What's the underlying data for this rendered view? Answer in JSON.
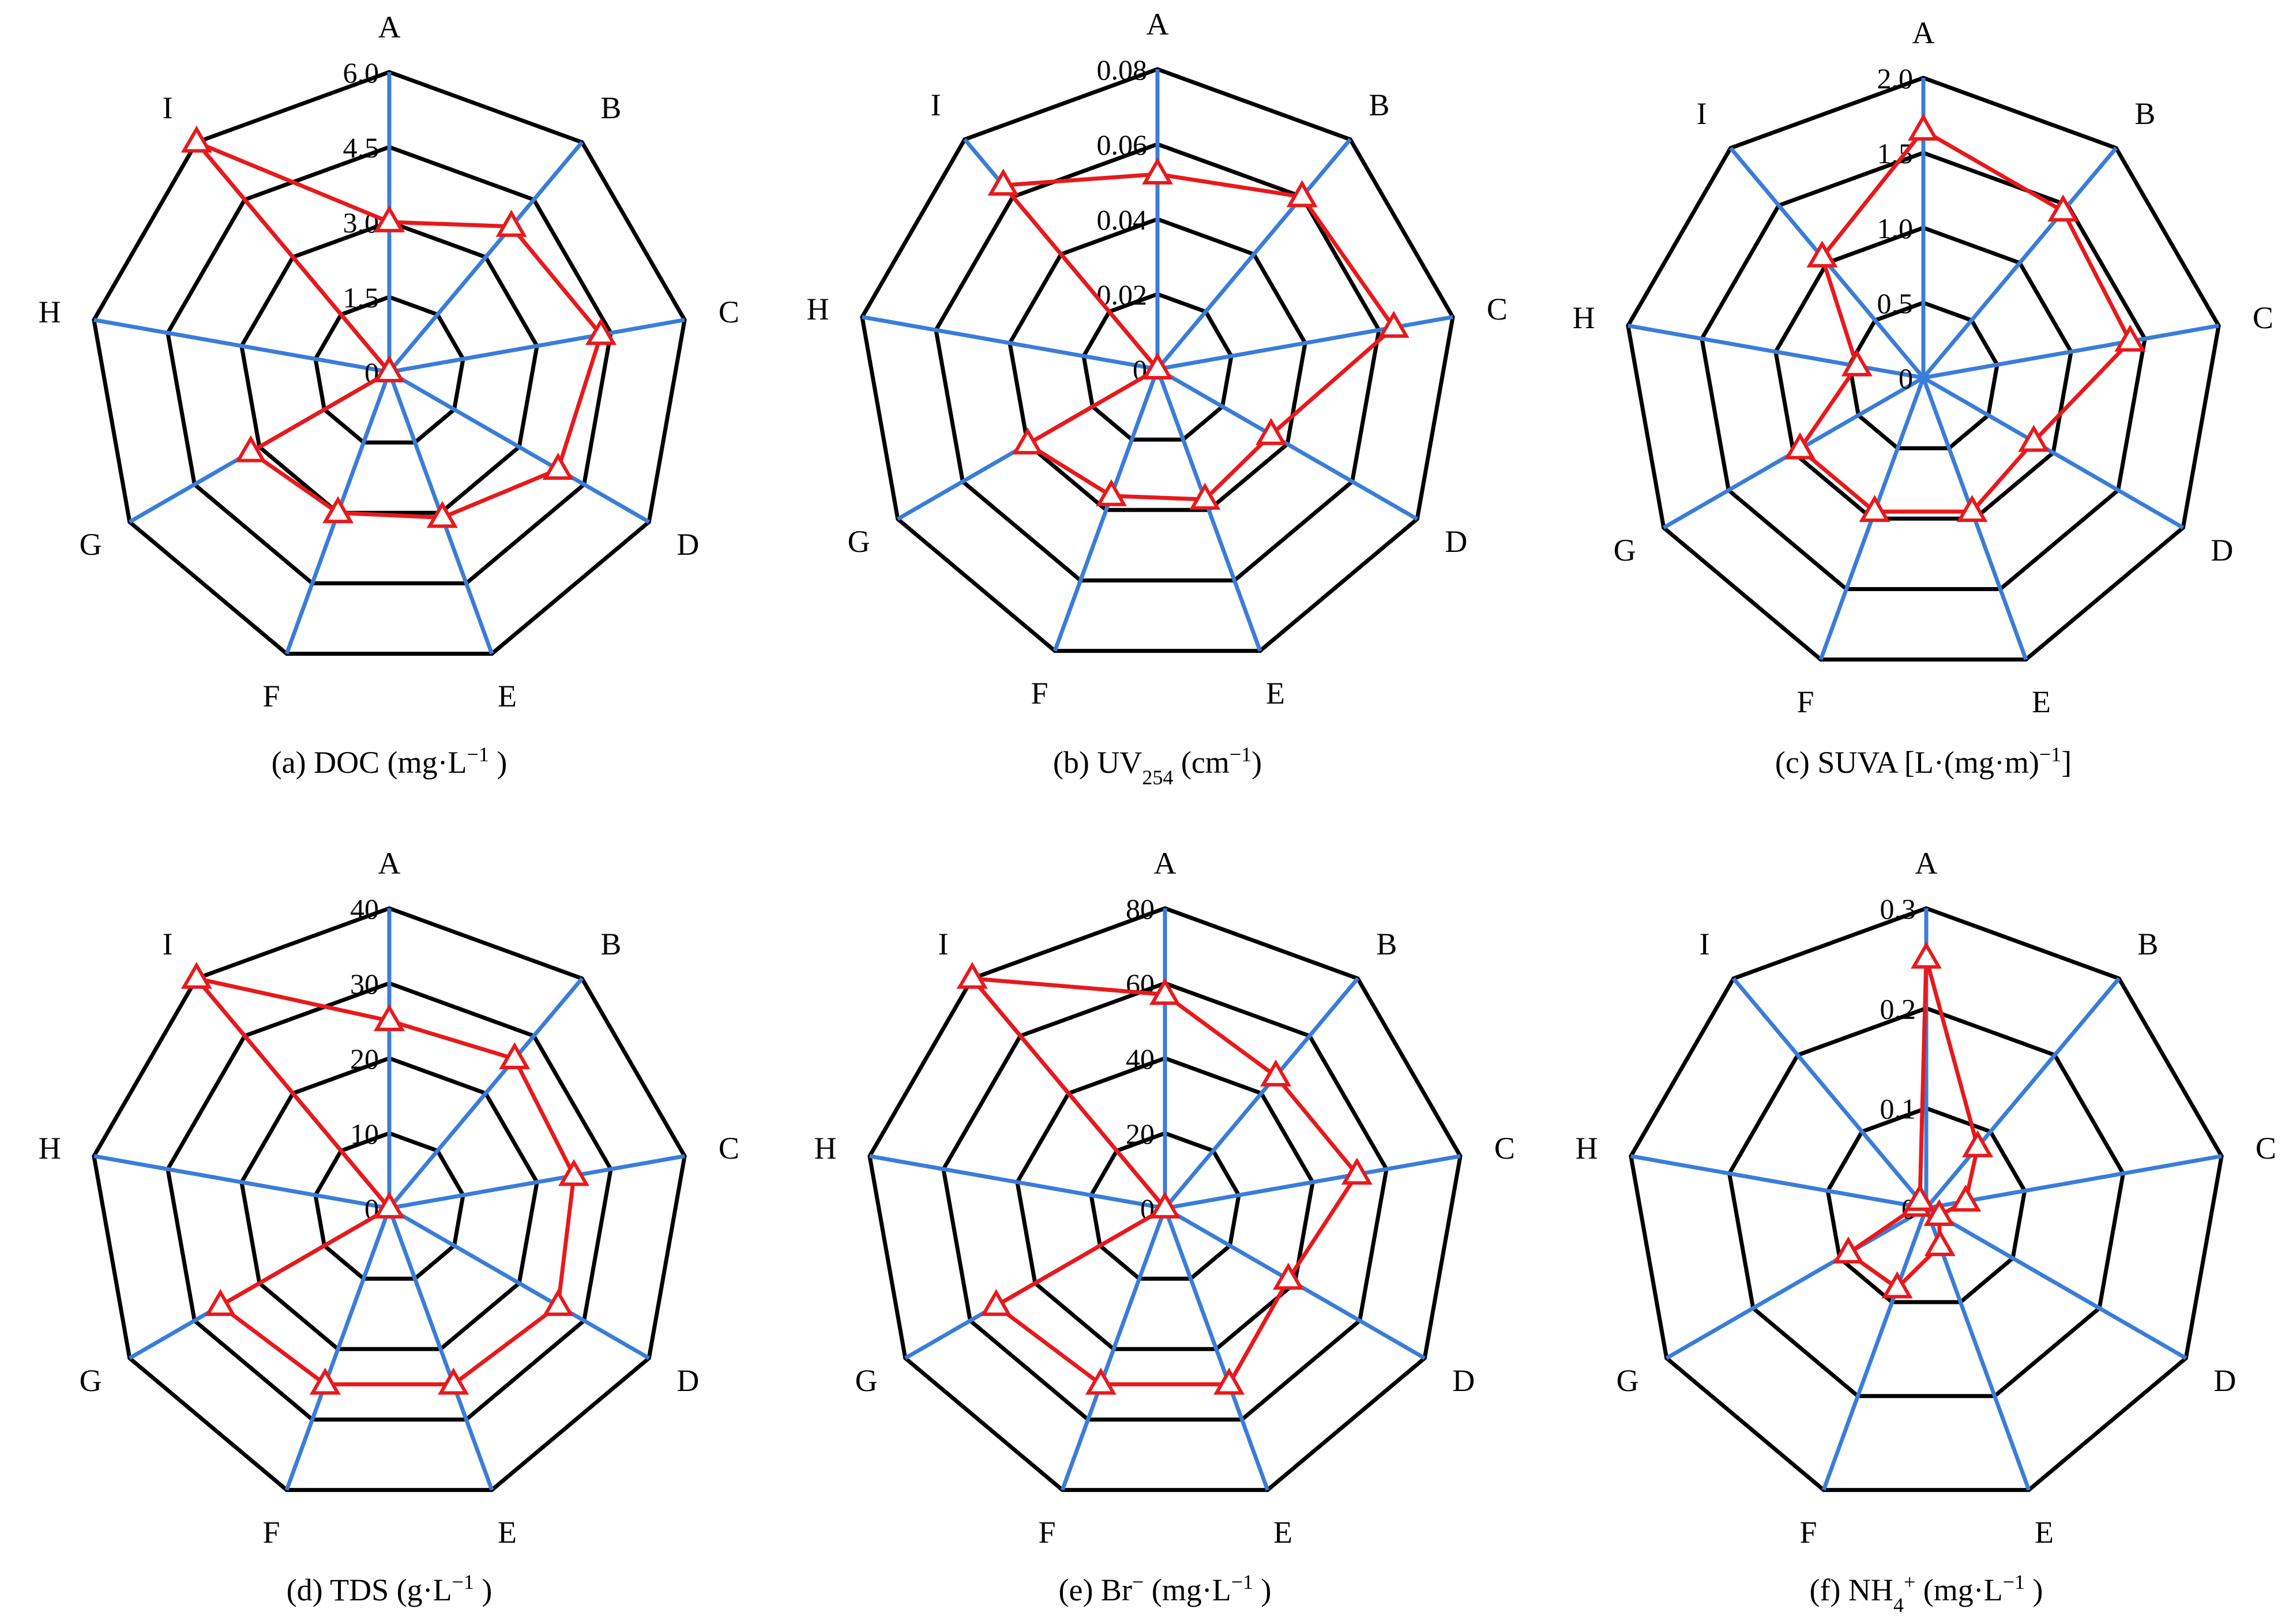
{
  "chart_data": [
    {
      "type": "radar",
      "caption": {
        "parts": [
          {
            "t": "(a) DOC (mg·L"
          },
          {
            "t": "−1",
            "sup": true
          },
          {
            "t": " )"
          }
        ]
      },
      "categories": [
        "A",
        "B",
        "C",
        "D",
        "E",
        "F",
        "G",
        "H",
        "I"
      ],
      "rlim": [
        0,
        6.0
      ],
      "ticks": [
        {
          "v": 0,
          "label": "0"
        },
        {
          "v": 1.5,
          "label": "1.5"
        },
        {
          "v": 3.0,
          "label": "3.0"
        },
        {
          "v": 4.5,
          "label": "4.5"
        },
        {
          "v": 6.0,
          "label": "6.0"
        }
      ],
      "values": [
        3.0,
        3.8,
        4.3,
        3.9,
        3.1,
        3.0,
        3.2,
        0.0,
        6.0
      ]
    },
    {
      "type": "radar",
      "caption": {
        "parts": [
          {
            "t": "(b) UV"
          },
          {
            "t": "254",
            "sub": true
          },
          {
            "t": " (cm"
          },
          {
            "t": "−1",
            "sup": true
          },
          {
            "t": ")"
          }
        ]
      },
      "categories": [
        "A",
        "B",
        "C",
        "D",
        "E",
        "F",
        "G",
        "H",
        "I"
      ],
      "rlim": [
        0,
        0.08
      ],
      "ticks": [
        {
          "v": 0,
          "label": "0"
        },
        {
          "v": 0.02,
          "label": "0.02"
        },
        {
          "v": 0.04,
          "label": "0.04"
        },
        {
          "v": 0.06,
          "label": "0.06"
        },
        {
          "v": 0.08,
          "label": "0.08"
        }
      ],
      "values": [
        0.052,
        0.06,
        0.064,
        0.035,
        0.037,
        0.036,
        0.04,
        0.0,
        0.064
      ]
    },
    {
      "type": "radar",
      "caption": {
        "parts": [
          {
            "t": "(c) SUVA [L·(mg·m)"
          },
          {
            "t": "−1",
            "sup": true
          },
          {
            "t": "]"
          }
        ]
      },
      "categories": [
        "A",
        "B",
        "C",
        "D",
        "E",
        "F",
        "G",
        "H",
        "I"
      ],
      "rlim": [
        0,
        2.0
      ],
      "ticks": [
        {
          "v": 0,
          "label": "0"
        },
        {
          "v": 0.5,
          "label": "0.5"
        },
        {
          "v": 1.0,
          "label": "1.0"
        },
        {
          "v": 1.5,
          "label": "1.5"
        },
        {
          "v": 2.0,
          "label": "2.0"
        }
      ],
      "values": [
        1.65,
        1.45,
        1.4,
        0.85,
        0.95,
        0.95,
        0.95,
        0.45,
        1.05
      ]
    },
    {
      "type": "radar",
      "caption": {
        "parts": [
          {
            "t": "(d)  TDS (g·L"
          },
          {
            "t": "−1",
            "sup": true
          },
          {
            "t": " )"
          }
        ]
      },
      "categories": [
        "A",
        "B",
        "C",
        "D",
        "E",
        "F",
        "G",
        "H",
        "I"
      ],
      "rlim": [
        0,
        40
      ],
      "ticks": [
        {
          "v": 0,
          "label": "0"
        },
        {
          "v": 10,
          "label": "10"
        },
        {
          "v": 20,
          "label": "20"
        },
        {
          "v": 30,
          "label": "30"
        },
        {
          "v": 40,
          "label": "40"
        }
      ],
      "values": [
        25,
        26,
        25,
        26,
        25,
        25,
        26,
        0,
        40
      ]
    },
    {
      "type": "radar",
      "caption": {
        "parts": [
          {
            "t": "(e) Br"
          },
          {
            "t": "−",
            "sup": true
          },
          {
            "t": "  (mg·L"
          },
          {
            "t": "−1",
            "sup": true
          },
          {
            "t": " )"
          }
        ]
      },
      "categories": [
        "A",
        "B",
        "C",
        "D",
        "E",
        "F",
        "G",
        "H",
        "I"
      ],
      "rlim": [
        0,
        80
      ],
      "ticks": [
        {
          "v": 0,
          "label": "0"
        },
        {
          "v": 20,
          "label": "20"
        },
        {
          "v": 40,
          "label": "40"
        },
        {
          "v": 60,
          "label": "60"
        },
        {
          "v": 80,
          "label": "80"
        }
      ],
      "values": [
        57,
        46,
        52,
        38,
        50,
        50,
        52,
        0,
        80
      ]
    },
    {
      "type": "radar",
      "caption": {
        "parts": [
          {
            "t": "(f) NH"
          },
          {
            "t": "4",
            "sub": true
          },
          {
            "t": "+",
            "sup": true
          },
          {
            "t": " (mg·L"
          },
          {
            "t": "−1",
            "sup": true
          },
          {
            "t": " )"
          }
        ]
      },
      "categories": [
        "A",
        "B",
        "C",
        "D",
        "E",
        "F",
        "G",
        "H",
        "I"
      ],
      "rlim": [
        0,
        0.3
      ],
      "ticks": [
        {
          "v": 0,
          "label": "0"
        },
        {
          "v": 0.1,
          "label": "0.1"
        },
        {
          "v": 0.2,
          "label": "0.2"
        },
        {
          "v": 0.3,
          "label": "0.3"
        }
      ],
      "values": [
        0.25,
        0.08,
        0.04,
        0.015,
        0.04,
        0.085,
        0.09,
        0.01,
        0.01
      ]
    }
  ]
}
